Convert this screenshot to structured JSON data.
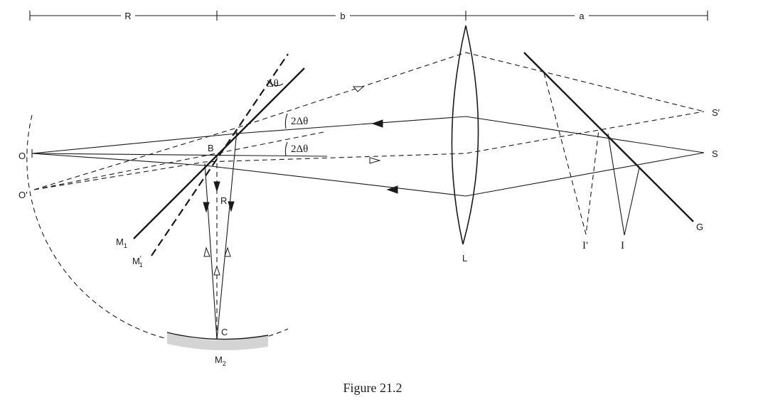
{
  "figure": {
    "caption": "Figure 21.2",
    "dimensions": {
      "r": "R",
      "b": "b",
      "a": "a"
    },
    "points": {
      "o": "O",
      "o_prime": "O′",
      "b": "B",
      "r": "R",
      "c": "C",
      "m2": "M",
      "m2_sub": "2",
      "m1": "M",
      "m1_sub": "1",
      "m1p": "M",
      "m1p_prime": "′",
      "m1p_sub": "1",
      "l": "L",
      "g": "G",
      "s": "S",
      "s_prime": "S′",
      "i": "I",
      "i_prime": "I′"
    },
    "angles": {
      "delta_theta": "Δθ",
      "two_delta_theta_upper": "2Δθ",
      "two_delta_theta_lower": "2Δθ"
    }
  }
}
